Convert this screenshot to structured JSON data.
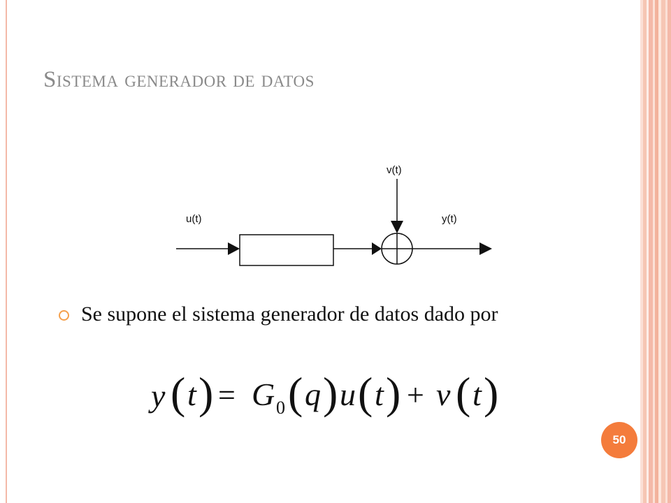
{
  "slide": {
    "title": "Sistema generador de datos",
    "page_number": "50"
  },
  "diagram": {
    "input_label": "u(t)",
    "noise_label": "v(t)",
    "output_label": "y(t)"
  },
  "bullets": [
    {
      "text": "Se supone el sistema generador de datos dado por"
    }
  ],
  "equation": {
    "lhs": "y",
    "plant": "G",
    "plant_subscript": "0",
    "operator_arg": "q",
    "input": "u",
    "noise": "v",
    "time_var": "t",
    "equals": "=",
    "plus": "+"
  },
  "colors": {
    "accent": "#f47c3c",
    "bullet": "#f5a04c",
    "frame": "#f4b9a8",
    "title": "#8a8a8a"
  }
}
